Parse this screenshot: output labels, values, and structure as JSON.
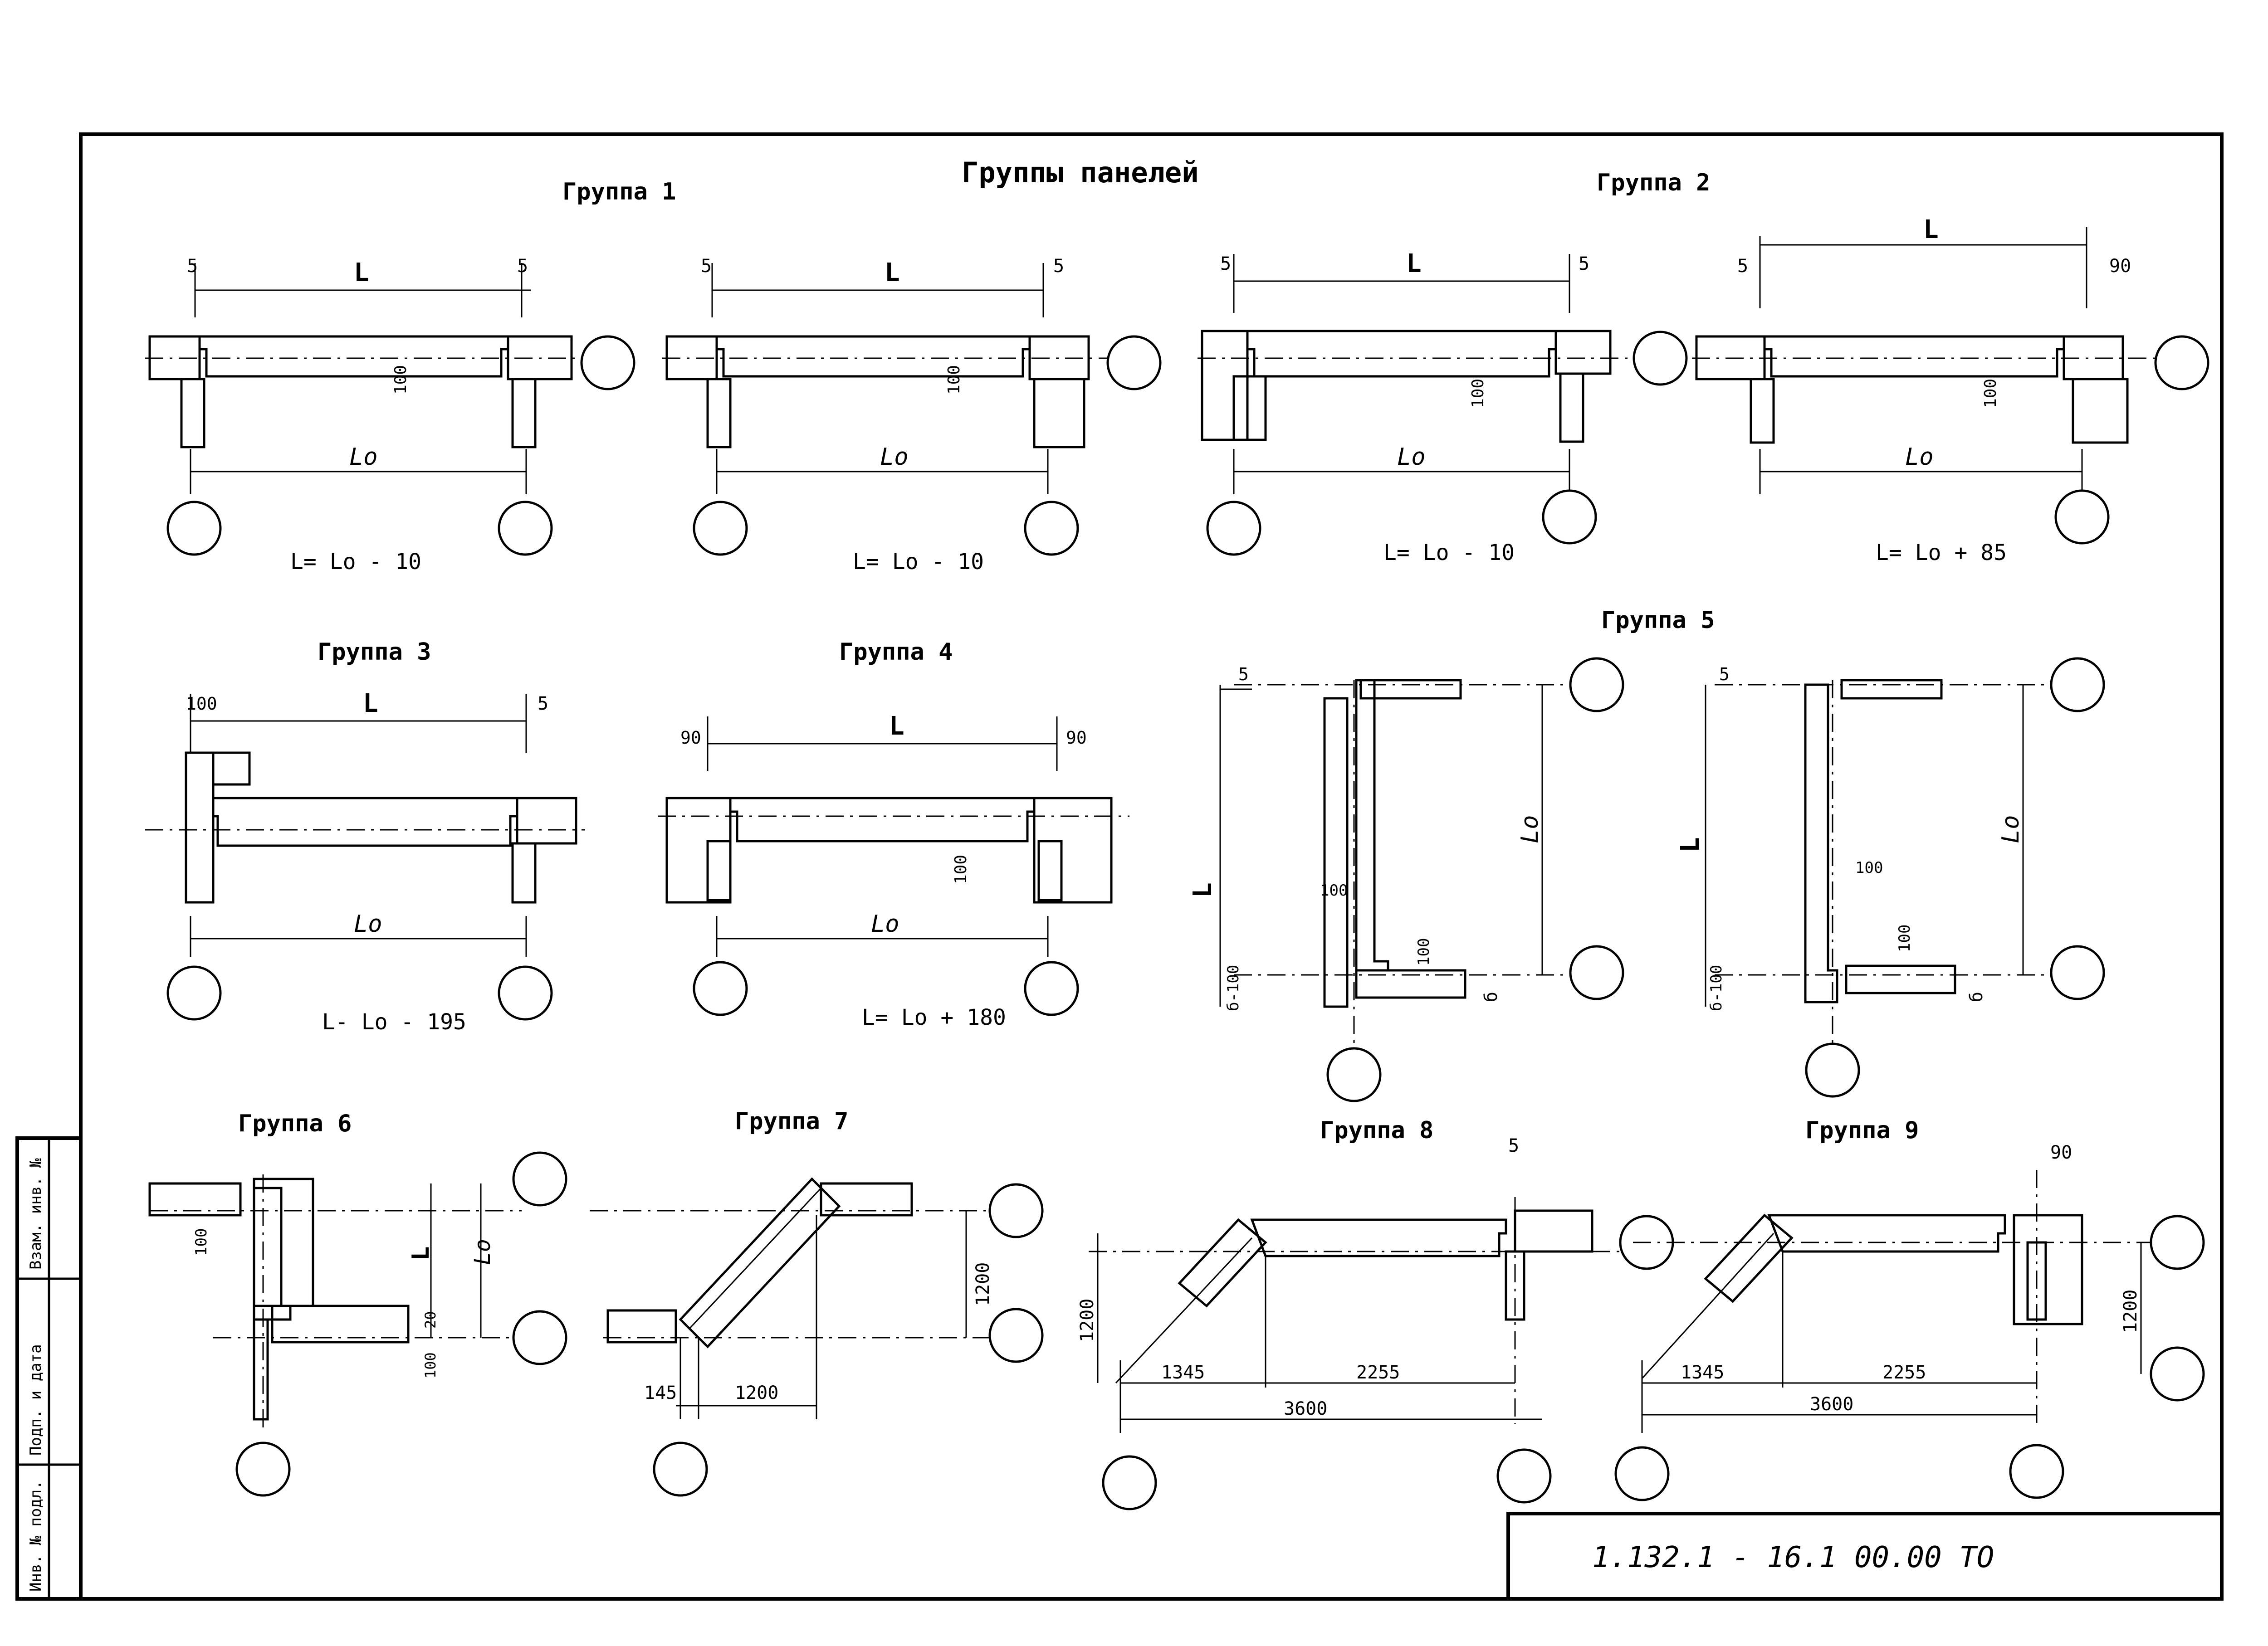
{
  "title": "Группы панелей",
  "groups": {
    "g1": "Группа 1",
    "g2": "Группа 2",
    "g3": "Группа 3",
    "g4": "Группа 4",
    "g5": "Группа 5",
    "g6": "Группа 6",
    "g7": "Группа 7",
    "g8": "Группа 8",
    "g9": "Группа 9"
  },
  "formulas": {
    "p1": "L= Lo - 10",
    "p2": "L= Lo - 10",
    "p3": "L= Lo - 10",
    "p4": "L= Lo + 85",
    "g3": "L- Lo - 195",
    "g4": "L= Lo + 180"
  },
  "dims": {
    "L": "L",
    "Lo": "Lo",
    "d5": "5",
    "d90": "90",
    "d100": "100",
    "d145": "145",
    "d1200": "1200",
    "d1345": "1345",
    "d2255": "2255",
    "d3600": "3600",
    "d20": "20",
    "b": "б",
    "b100": "б-100"
  },
  "side_stamp": {
    "a": "Инв. № подл.",
    "b": "Подп. и дата",
    "c": "Взам. инв. №"
  },
  "document_code": "1.132.1 - 16.1 00.00 ТО"
}
